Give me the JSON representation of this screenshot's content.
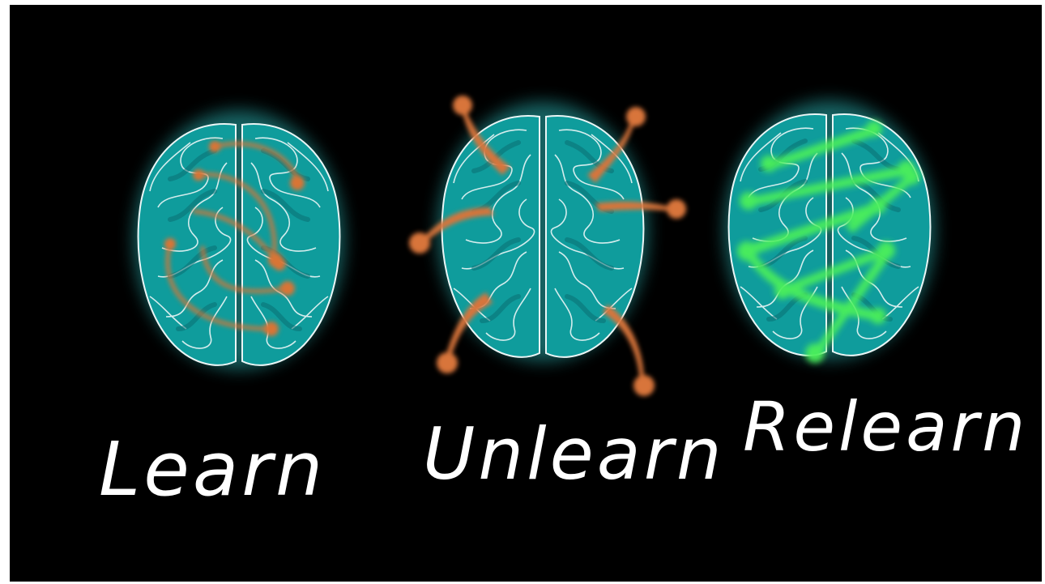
{
  "colors": {
    "background": "#000000",
    "brain_fill": "#12a9a9",
    "brain_glow": "#33d6d6",
    "outline": "#eaf6f6",
    "learn_pathway": "#d87535",
    "unlearn_pathway": "#d8743a",
    "relearn_pathway": "#4cf05a"
  },
  "panels": [
    {
      "caption": "Learn",
      "pathway_icon": "looping-neural-pathways"
    },
    {
      "caption": "Unlearn",
      "pathway_icon": "outward-disconnected-pathways"
    },
    {
      "caption": "Relearn",
      "pathway_icon": "new-glowing-pathways"
    }
  ]
}
